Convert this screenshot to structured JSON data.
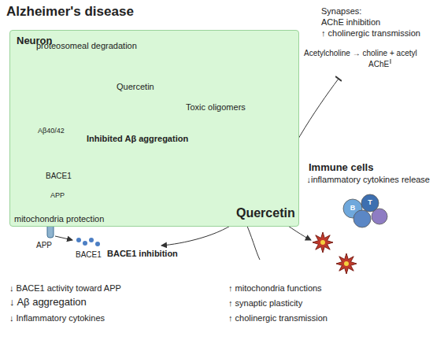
{
  "diagram": {
    "title": "Alzheimer's disease",
    "nodes": [
      {
        "text": [
          "Neuron"
        ]
      }
    ],
    "labels": [
      "proteosomeal degradation",
      "Quercetin",
      "Toxic oligomers",
      "Aβ40/42",
      "Inhibited Aβ aggregation",
      "BACE1",
      "APP",
      "mitochondria protection",
      "Quercetin",
      "APP",
      "BACE1",
      "BACE1 inhibition",
      "Synapses:",
      "AChE inhibition",
      "↑ cholinergic transmission",
      "Acetylcholine → choline + acetyl",
      "AChE",
      "Immune cells",
      "↓inflammatory cytokines release",
      "B",
      "T",
      "↓ BACE1 activity toward APP",
      "↓ Aβ aggregation",
      "↓ Inflammatory cytokines",
      "↑ mitochondria functions",
      "↑ synaptic plasticity",
      "↑ cholinergic transmission"
    ]
  }
}
